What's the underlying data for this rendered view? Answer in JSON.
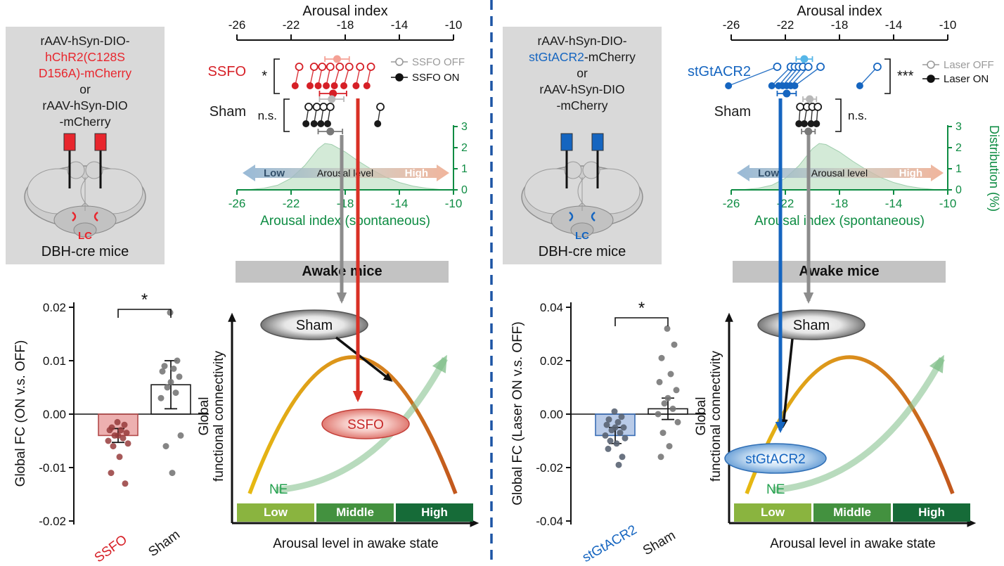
{
  "meta": {
    "bg": "#ffffff",
    "divider_color": "#1d55a5"
  },
  "panels": [
    {
      "virus_box": {
        "lines": [
          [
            {
              "t": "rAAV-hSyn-DIO-",
              "c": "#1a1a1a"
            }
          ],
          [
            {
              "t": "hChR2(C128S",
              "c": "#e8262d"
            }
          ],
          [
            {
              "t": "D156A)-mCherry",
              "c": "#e8262d"
            }
          ],
          [
            {
              "t": "or",
              "c": "#1a1a1a"
            }
          ],
          [
            {
              "t": "rAAV-hSyn-DIO",
              "c": "#1a1a1a"
            }
          ],
          [
            {
              "t": "-mCherry",
              "c": "#1a1a1a"
            }
          ]
        ],
        "accent": "#e8262d",
        "lc": "LC",
        "mice": "DBH-cre mice"
      },
      "banner": "Awake mice",
      "concept": {
        "y1": "Global",
        "y2": "functional connectivity",
        "x_label": "Arousal level in awake state",
        "segments": [
          {
            "label": "Low",
            "color": "#8ab43f"
          },
          {
            "label": "Middle",
            "color": "#43913f"
          },
          {
            "label": "High",
            "color": "#166b38"
          }
        ],
        "ne": "NE",
        "ne_color": "#23a14f",
        "sham": "Sham",
        "treat": "SSFO",
        "treat_color": "#c62828"
      }
    },
    {
      "virus_box": {
        "lines": [
          [
            {
              "t": "rAAV-hSyn-DIO-",
              "c": "#1a1a1a"
            }
          ],
          [
            {
              "t": "stGtACR2",
              "c": "#1565c0"
            },
            {
              "t": "-mCherry",
              "c": "#1a1a1a"
            }
          ],
          [
            {
              "t": "or",
              "c": "#1a1a1a"
            }
          ],
          [
            {
              "t": "rAAV-hSyn-DIO",
              "c": "#1a1a1a"
            }
          ],
          [
            {
              "t": "-mCherry",
              "c": "#1a1a1a"
            }
          ]
        ],
        "accent": "#1565c0",
        "lc": "LC",
        "mice": "DBH-cre mice"
      },
      "banner": "Awake mice",
      "concept": {
        "y1": "Global",
        "y2": "functional connectivity",
        "x_label": "Arousal level in awake state",
        "segments": [
          {
            "label": "Low",
            "color": "#8ab43f"
          },
          {
            "label": "Middle",
            "color": "#43913f"
          },
          {
            "label": "High",
            "color": "#166b38"
          }
        ],
        "ne": "NE",
        "ne_color": "#23a14f",
        "sham": "Sham",
        "treat": "stGtACR2",
        "treat_color": "#1565c0"
      }
    }
  ],
  "chart_data": [
    {
      "id": "arousal_left",
      "type": "paired-dot",
      "title": "Arousal index",
      "x_axis": {
        "min": -26,
        "max": -10,
        "ticks": [
          -26,
          -22,
          -18,
          -14,
          -10
        ]
      },
      "groups": [
        {
          "label": "SSFO",
          "label_color": "#d61f26",
          "color": "#d61f26",
          "sig": "*",
          "pairs": [
            [
              -21.4,
              -21.7
            ],
            [
              -20.3,
              -20.6
            ],
            [
              -19.7,
              -20.0
            ],
            [
              -19.1,
              -19.4
            ],
            [
              -18.4,
              -18.8
            ],
            [
              -17.7,
              -18.1
            ],
            [
              -16.9,
              -17.2
            ],
            [
              -16.1,
              -16.4
            ]
          ],
          "mean_off": -18.6,
          "mean_off_err": 0.9,
          "mean_off_color": "#f5a195",
          "mean_on": -18.9,
          "mean_on_err": 1.0,
          "mean_on_color": "#d61f26"
        },
        {
          "label": "Sham",
          "label_color": "#1a1a1a",
          "color": "#1a1a1a",
          "sig": "n.s.",
          "pairs": [
            [
              -20.7,
              -20.9
            ],
            [
              -20.1,
              -20.3
            ],
            [
              -19.6,
              -19.8
            ],
            [
              -19.1,
              -19.3
            ],
            [
              -15.4,
              -15.6
            ]
          ],
          "mean_off": -19.0,
          "mean_off_err": 0.9,
          "mean_off_color": "#b8b8b8",
          "mean_on": -19.1,
          "mean_on_err": 0.9,
          "mean_on_color": "#787878"
        }
      ],
      "legend": [
        {
          "label": "SSFO OFF",
          "filled": false
        },
        {
          "label": "SSFO ON",
          "filled": true
        }
      ],
      "distribution": {
        "ylabel": null,
        "yticks": [
          0,
          1,
          2,
          3
        ],
        "line_color": "#0e8c43",
        "points": [
          [
            -25,
            0.02
          ],
          [
            -24,
            0.08
          ],
          [
            -23,
            0.22
          ],
          [
            -22,
            0.55
          ],
          [
            -21,
            1.15
          ],
          [
            -20,
            1.95
          ],
          [
            -19.5,
            2.2
          ],
          [
            -19,
            2.15
          ],
          [
            -18,
            1.8
          ],
          [
            -17,
            1.35
          ],
          [
            -16,
            0.95
          ],
          [
            -15,
            0.6
          ],
          [
            -14,
            0.35
          ],
          [
            -13,
            0.18
          ],
          [
            -12,
            0.08
          ],
          [
            -11,
            0.02
          ]
        ]
      },
      "band": {
        "low": "Low",
        "center": "Arousal level",
        "high": "High"
      },
      "x_label": "Arousal index (spontaneous)"
    },
    {
      "id": "bar_left",
      "type": "bar-scatter",
      "y_label": "Global FC (ON v.s. OFF)",
      "y_ticks": [
        0.02,
        0.01,
        0,
        -0.01,
        -0.02
      ],
      "sig": "*",
      "groups": [
        {
          "label": "SSFO",
          "label_color": "#d61f26",
          "mean": -0.004,
          "err": 0.0013,
          "bar_fill": "rgba(214,80,80,0.45)",
          "bar_stroke": "#b24a4a",
          "dot_color": "rgba(150,60,60,0.85)",
          "dots": [
            -0.0015,
            -0.002,
            -0.0025,
            -0.003,
            -0.003,
            -0.0035,
            -0.004,
            -0.004,
            -0.0045,
            -0.005,
            -0.0055,
            -0.006,
            -0.008,
            -0.011,
            -0.013
          ]
        },
        {
          "label": "Sham",
          "label_color": "#1a1a1a",
          "mean": 0.0055,
          "err": 0.0045,
          "bar_fill": "none",
          "bar_stroke": "#1a1a1a",
          "dot_color": "rgba(120,120,120,0.9)",
          "dots": [
            0.019,
            0.01,
            0.009,
            0.0085,
            0.008,
            0.007,
            0.006,
            0.005,
            0.004,
            0.003,
            -0.004,
            -0.006,
            -0.011
          ]
        }
      ]
    },
    {
      "id": "arousal_right",
      "type": "paired-dot",
      "title": "Arousal index",
      "x_axis": {
        "min": -26,
        "max": -10,
        "ticks": [
          -26,
          -22,
          -18,
          -14,
          -10
        ]
      },
      "groups": [
        {
          "label": "stGtACR2",
          "label_color": "#1565c0",
          "color": "#1565c0",
          "sig": "***",
          "pairs": [
            [
              -22.6,
              -26.2
            ],
            [
              -21.6,
              -23.0
            ],
            [
              -21.3,
              -22.5
            ],
            [
              -21.0,
              -22.2
            ],
            [
              -20.7,
              -21.9
            ],
            [
              -20.3,
              -21.6
            ],
            [
              -19.4,
              -21.3
            ],
            [
              -15.2,
              -16.5
            ]
          ],
          "mean_off": -20.6,
          "mean_off_err": 0.6,
          "mean_off_color": "#56b6e8",
          "mean_on": -21.9,
          "mean_on_err": 0.7,
          "mean_on_color": "#1565c0"
        },
        {
          "label": "Sham",
          "label_color": "#1a1a1a",
          "color": "#1a1a1a",
          "sig": "n.s.",
          "pairs": [
            [
              -20.9,
              -21.0
            ],
            [
              -20.4,
              -20.6
            ],
            [
              -20.0,
              -20.1
            ],
            [
              -19.6,
              -19.7
            ]
          ],
          "mean_off": -20.2,
          "mean_off_err": 0.5,
          "mean_off_color": "#b8b8b8",
          "mean_on": -20.3,
          "mean_on_err": 0.5,
          "mean_on_color": "#787878"
        }
      ],
      "legend": [
        {
          "label": "Laser OFF",
          "filled": false
        },
        {
          "label": "Laser ON",
          "filled": true
        }
      ],
      "distribution": {
        "ylabel": "Distribution (%)",
        "yticks": [
          0,
          1,
          2,
          3
        ],
        "line_color": "#0e8c43",
        "points": [
          [
            -25,
            0.02
          ],
          [
            -24,
            0.08
          ],
          [
            -23,
            0.22
          ],
          [
            -22,
            0.55
          ],
          [
            -21,
            1.15
          ],
          [
            -20,
            1.95
          ],
          [
            -19.5,
            2.2
          ],
          [
            -19,
            2.15
          ],
          [
            -18,
            1.8
          ],
          [
            -17,
            1.35
          ],
          [
            -16,
            0.95
          ],
          [
            -15,
            0.6
          ],
          [
            -14,
            0.35
          ],
          [
            -13,
            0.18
          ],
          [
            -12,
            0.08
          ],
          [
            -11,
            0.02
          ]
        ]
      },
      "band": {
        "low": "Low",
        "center": "Arousal level",
        "high": "High"
      },
      "x_label": "Arousal index (spontaneous)"
    },
    {
      "id": "bar_right",
      "type": "bar-scatter",
      "y_label": "Global FC (Laser ON v.s. OFF)",
      "y_ticks": [
        0.04,
        0.02,
        0,
        -0.02,
        -0.04
      ],
      "sig": "*",
      "groups": [
        {
          "label": "stGtACR2",
          "label_color": "#1565c0",
          "mean": -0.008,
          "err": 0.003,
          "bar_fill": "rgba(100,140,205,0.45)",
          "bar_stroke": "#3a6db5",
          "dot_color": "rgba(90,100,115,0.9)",
          "dots": [
            0.001,
            -0.001,
            -0.002,
            -0.003,
            -0.004,
            -0.005,
            -0.005,
            -0.006,
            -0.007,
            -0.008,
            -0.009,
            -0.01,
            -0.011,
            -0.013,
            -0.016,
            -0.019
          ]
        },
        {
          "label": "Sham",
          "label_color": "#1a1a1a",
          "mean": 0.002,
          "err": 0.004,
          "bar_fill": "none",
          "bar_stroke": "#1a1a1a",
          "dot_color": "rgba(120,120,120,0.9)",
          "dots": [
            0.032,
            0.026,
            0.021,
            0.015,
            0.012,
            0.009,
            0.006,
            0.004,
            0.002,
            0.0,
            -0.003,
            -0.007,
            -0.012,
            -0.016
          ]
        }
      ]
    }
  ]
}
